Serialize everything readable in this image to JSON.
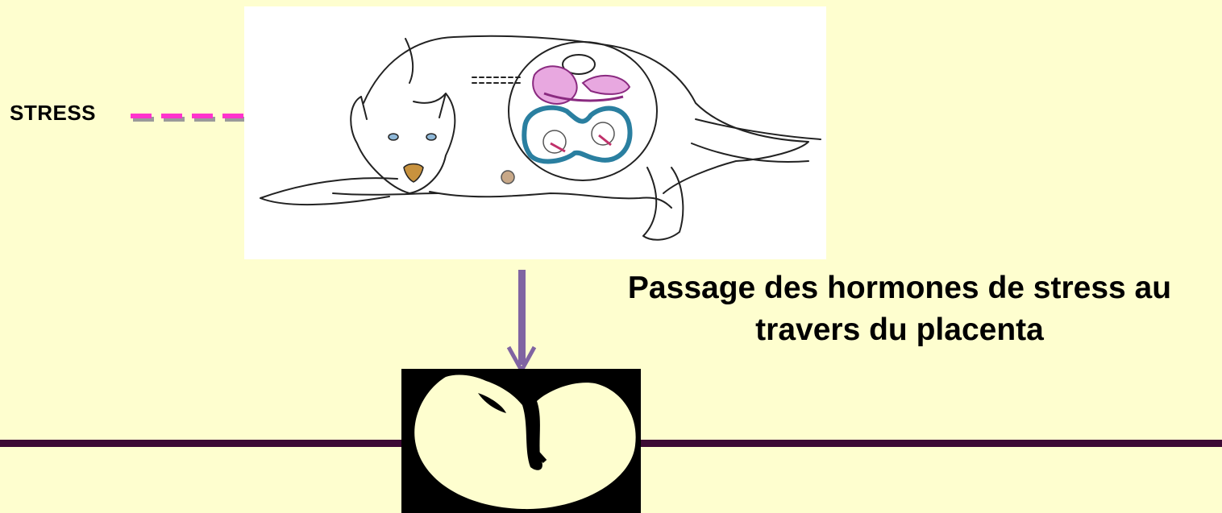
{
  "stress_label": "STRESS",
  "caption_line1": "Passage des hormones de stress au",
  "caption_line2": "travers du placenta",
  "colors": {
    "background": "#FEFECF",
    "stress_arrow": "#FF33CC",
    "down_arrow": "#8064A2",
    "bottom_line": "#3D0A35",
    "uterus_outline": "#2A7FA0",
    "organs": "#E8A8E0"
  },
  "icons": {
    "stress_arrow": "dashed-right-arrow-icon",
    "down_arrow": "down-arrow-icon",
    "pregnant_dog": "pregnant-dog-illustration",
    "fetus": "fetus-silhouette"
  }
}
